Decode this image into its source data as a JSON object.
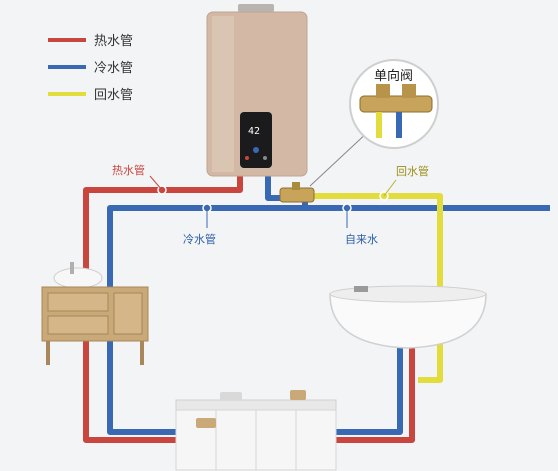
{
  "legend": {
    "hot": {
      "label": "热水管",
      "color": "#c9463f"
    },
    "cold": {
      "label": "冷水管",
      "color": "#3a69b4"
    },
    "return": {
      "label": "回水管",
      "color": "#e2dc3c"
    }
  },
  "labels": {
    "hot_pipe": "热水管",
    "cold_pipe": "冷水管",
    "tap_water": "自来水",
    "return_pipe": "回水管",
    "check_valve": "单向阀"
  },
  "heater": {
    "display": "42"
  },
  "colors": {
    "hot": "#c9463f",
    "cold": "#3a69b4",
    "return": "#e2dc3c",
    "background": "#f3f4f5"
  }
}
